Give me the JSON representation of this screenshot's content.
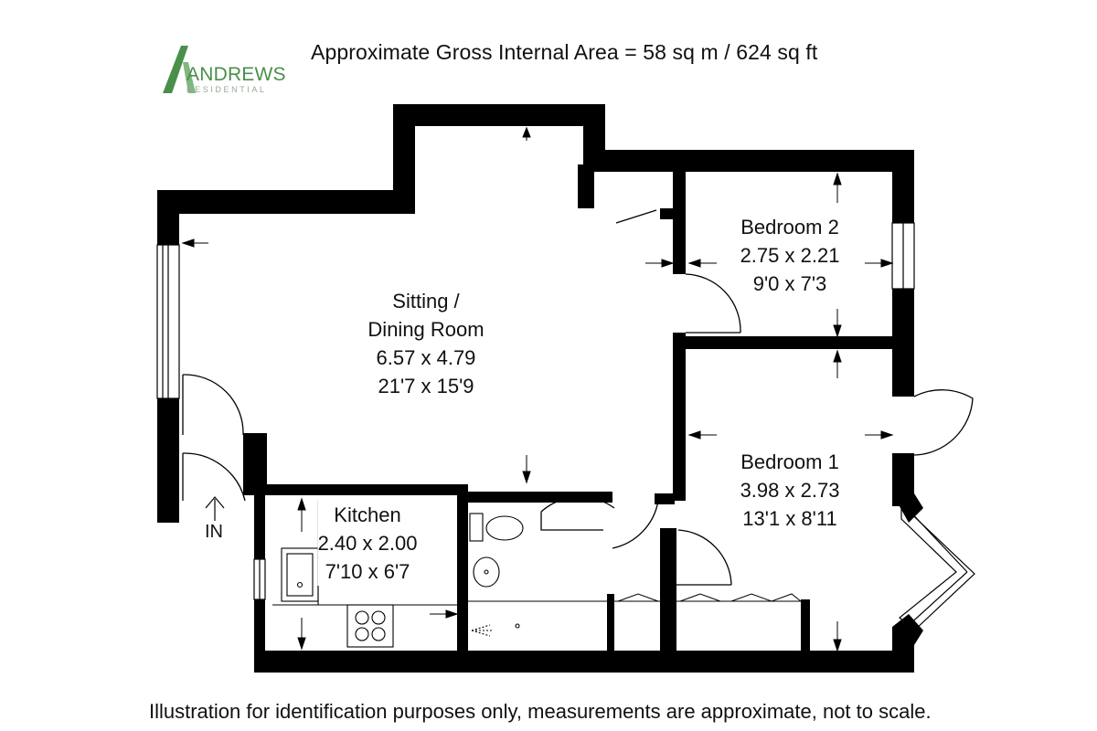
{
  "header": {
    "title": "Approximate Gross Internal Area = 58 sq m / 624 sq ft"
  },
  "logo": {
    "main": "ANDREWS",
    "sub": "RESIDENTIAL",
    "brand_color": "#4a8f4a"
  },
  "rooms": {
    "sitting": {
      "name_line1": "Sitting /",
      "name_line2": "Dining Room",
      "metric": "6.57 x 4.79",
      "imperial": "21'7 x 15'9"
    },
    "bedroom2": {
      "name": "Bedroom 2",
      "metric": "2.75 x 2.21",
      "imperial": "9'0 x 7'3"
    },
    "bedroom1": {
      "name": "Bedroom 1",
      "metric": "3.98 x 2.73",
      "imperial": "13'1 x 8'11"
    },
    "kitchen": {
      "name": "Kitchen",
      "metric": "2.40 x 2.00",
      "imperial": "7'10 x 6'7"
    }
  },
  "entry": {
    "label": "IN"
  },
  "footer": {
    "note": "Illustration for identification purposes only, measurements are approximate, not to scale."
  },
  "colors": {
    "wall": "#000000",
    "background": "#ffffff"
  }
}
